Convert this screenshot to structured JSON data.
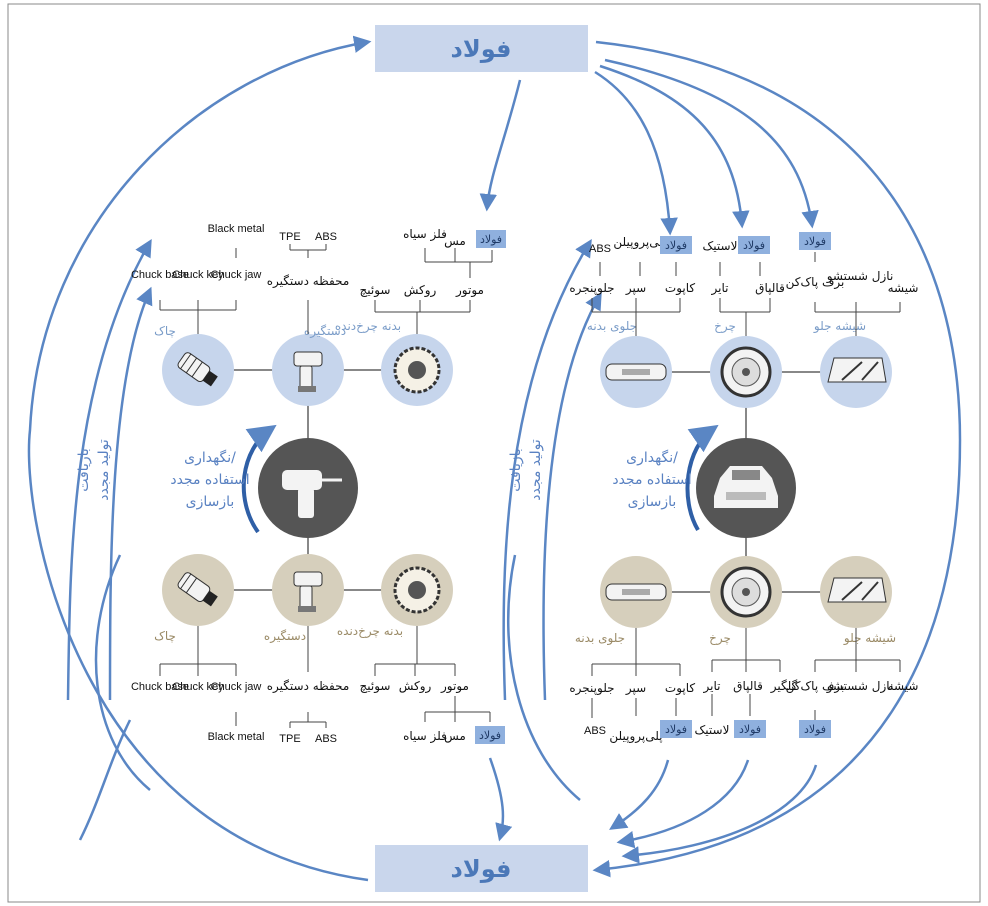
{
  "steel_top": "فولاد",
  "steel_bottom": "فولاد",
  "colors": {
    "steel_box": "#c9d6ec",
    "steel_text": "#4b78b8",
    "blue_circle": "#c6d5ec",
    "tan_circle": "#d6cfbc",
    "hub": "#555555",
    "arrow": "#5a86c4",
    "small_steel_box": "#8fb0de"
  },
  "mid_text": {
    "l1": "نگهداری/",
    "l2": "استفاده مجدد",
    "l3": "بازسازی"
  },
  "side_text": {
    "recycle": "بازیافت",
    "reman": "تولید مجدد"
  },
  "drill_top": {
    "components": {
      "chuck": "چاک",
      "handle": "دستگیره",
      "gear": "بدنه چرخ‌دنده"
    },
    "chuck_parts": [
      "Chuck base",
      "Chuck key",
      "Chuck jaw"
    ],
    "black_metal": "Black metal",
    "handle_parts": [
      "TPE",
      "ABS"
    ],
    "handle_case": "محفظه دستگیره",
    "gear_parts": [
      "سوئیچ",
      "روکش",
      "موتور"
    ],
    "motor_parts": [
      "فلز سیاه",
      "مس",
      "فولاد"
    ]
  },
  "drill_bottom": {
    "components": {
      "chuck": "چاک",
      "handle": "دستگیره",
      "gear": "بدنه چرخ‌دنده"
    },
    "chuck_parts": [
      "Chuck base",
      "Chuck key",
      "Chuck jaw"
    ],
    "black_metal": "Black metal",
    "handle_parts": [
      "TPE",
      "ABS"
    ],
    "handle_case": "محفظه دستگیره",
    "gear_parts": [
      "سوئیچ",
      "روکش",
      "موتور"
    ],
    "motor_parts": [
      "فلز سیاه",
      "مس",
      "فولاد"
    ]
  },
  "car_top": {
    "components": {
      "bumper": "جلوی بدنه",
      "wheel": "چرخ",
      "windshield": "شیشه جلو"
    },
    "bumper_parts": [
      "جلوپنجره",
      "سپر",
      "کاپوت"
    ],
    "bumper_sub": [
      "ABS",
      "پلی‌پروپیلن",
      "فولاد"
    ],
    "wheel_parts": [
      "تایر",
      "قالپاق"
    ],
    "wheel_sub": [
      "لاستیک",
      "فولاد"
    ],
    "wind_parts": [
      "برف پاک‌کن",
      "نازل شستشو",
      "شیشه"
    ],
    "wind_sub": [
      "فولاد"
    ]
  },
  "car_bottom": {
    "components": {
      "bumper": "جلوی بدنه",
      "wheel": "چرخ",
      "windshield": "شیشه جلو"
    },
    "bumper_parts": [
      "جلوپنجره",
      "سپر",
      "کاپوت"
    ],
    "bumper_sub": [
      "ABS",
      "پلی‌پروپیلن",
      "فولاد"
    ],
    "wheel_parts": [
      "تایر",
      "قالپاق",
      "گلگیر"
    ],
    "wheel_sub": [
      "لاستیک",
      "فولاد"
    ],
    "wind_parts": [
      "برف پاک‌کن",
      "نازل شستشو",
      "شیشه"
    ],
    "wind_sub": [
      "فولاد"
    ]
  }
}
